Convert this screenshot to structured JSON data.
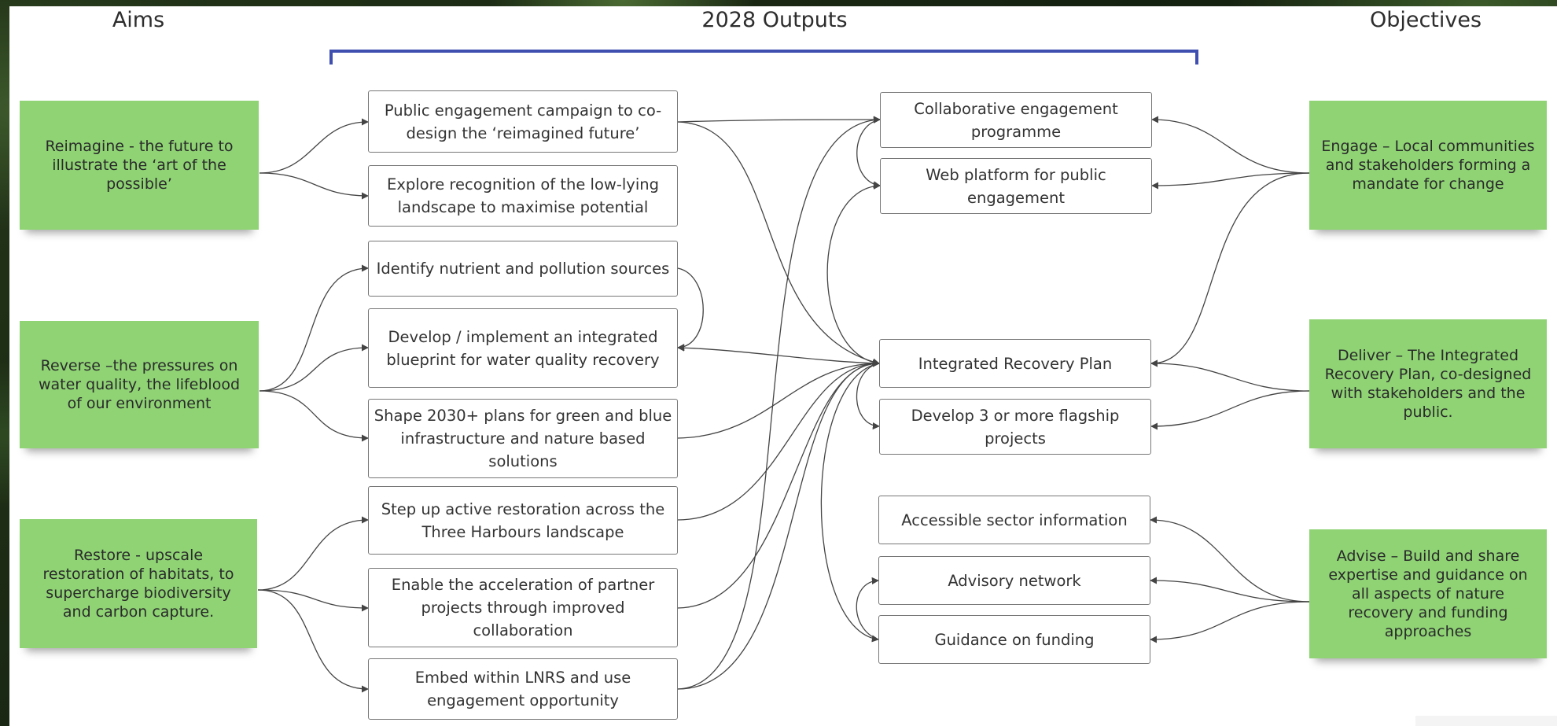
{
  "headers": {
    "aims": "Aims",
    "outputs": "2028 Outputs",
    "objectives": "Objectives"
  },
  "aims": [
    {
      "id": "reimagine",
      "text": "Reimagine - the future to illustrate the ‘art of the possible’"
    },
    {
      "id": "reverse",
      "text": "Reverse –the pressures on water quality, the lifeblood of our environment"
    },
    {
      "id": "restore",
      "text": "Restore - upscale restoration of habitats, to supercharge biodiversity and carbon capture."
    }
  ],
  "outputs_left": [
    {
      "id": "L1",
      "text": "Public engagement campaign to co-design the ‘reimagined future’"
    },
    {
      "id": "L2",
      "text": "Explore recognition of the low-lying landscape to maximise potential"
    },
    {
      "id": "L3",
      "text": "Identify nutrient and pollution sources"
    },
    {
      "id": "L4",
      "text": "Develop / implement an integrated blueprint for water quality recovery"
    },
    {
      "id": "L5",
      "text": "Shape 2030+ plans for green and blue infrastructure and nature based solutions"
    },
    {
      "id": "L6",
      "text": "Step up active restoration across the Three Harbours landscape"
    },
    {
      "id": "L7",
      "text": "Enable the acceleration of partner projects through improved collaboration"
    },
    {
      "id": "L8",
      "text": "Embed within LNRS and use engagement opportunity"
    }
  ],
  "outputs_right": [
    {
      "id": "R1",
      "text": "Collaborative engagement programme"
    },
    {
      "id": "R2",
      "text": "Web platform for public engagement"
    },
    {
      "id": "R3",
      "text": "Integrated Recovery Plan"
    },
    {
      "id": "R4",
      "text": "Develop 3 or more flagship projects"
    },
    {
      "id": "R5",
      "text": "Accessible sector information"
    },
    {
      "id": "R6",
      "text": "Advisory network"
    },
    {
      "id": "R7",
      "text": "Guidance on funding"
    }
  ],
  "objectives": [
    {
      "id": "engage",
      "text": "Engage – Local communities and stakeholders forming a mandate for change"
    },
    {
      "id": "deliver",
      "text": "Deliver – The Integrated Recovery Plan, co-designed with stakeholders and the public."
    },
    {
      "id": "advise",
      "text": "Advise – Build and share expertise and guidance on all aspects of nature recovery and funding approaches"
    }
  ],
  "colors": {
    "note": "#8fd375",
    "bracket": "#3f4fb0",
    "connector": "#444444"
  }
}
